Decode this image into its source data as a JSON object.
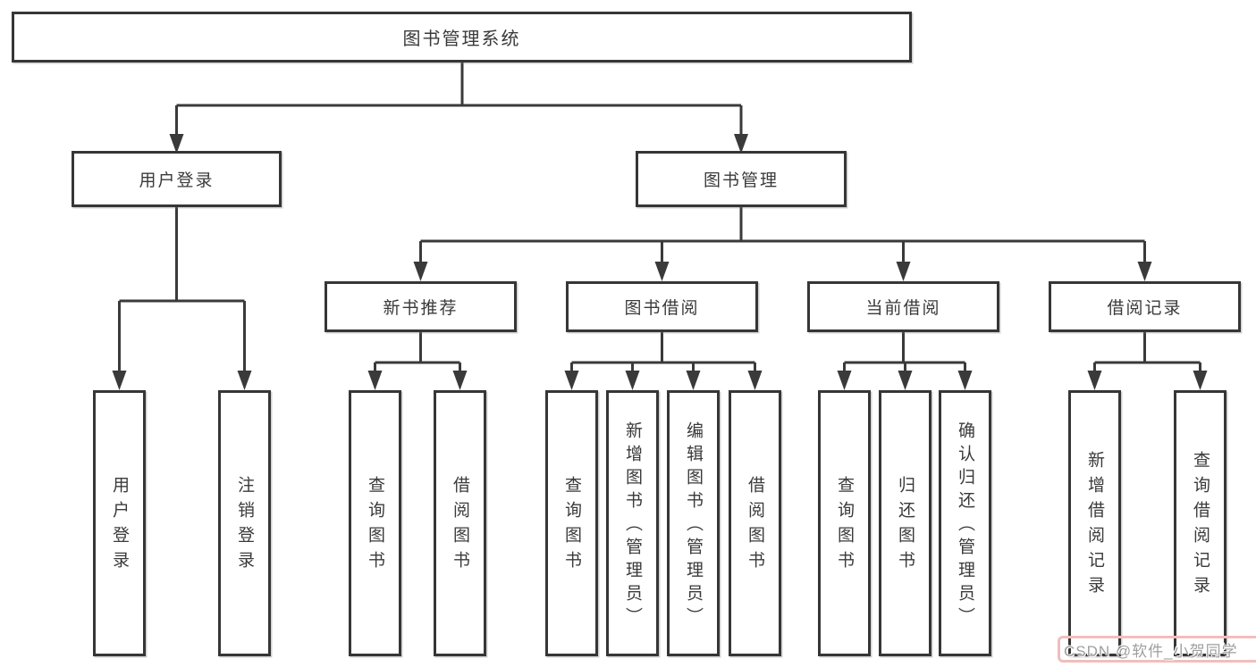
{
  "colors": {
    "line": "#3a3a3a",
    "box_border": "#363636",
    "text": "#3a3a3a",
    "watermark_text": "#9e9e9e",
    "watermark_frame": "#f2bdbd",
    "background": "#ffffff"
  },
  "tree": {
    "root": {
      "label": "图书管理系统"
    },
    "branches": [
      {
        "label": "用户登录",
        "children": [
          {
            "label": "用户登录"
          },
          {
            "label": "注销登录"
          }
        ]
      },
      {
        "label": "图书管理",
        "children": [
          {
            "label": "新书推荐",
            "children": [
              {
                "label": "查询图书"
              },
              {
                "label": "借阅图书"
              }
            ]
          },
          {
            "label": "图书借阅",
            "children": [
              {
                "label": "查询图书"
              },
              {
                "label": "新增图书（管理员）"
              },
              {
                "label": "编辑图书（管理员）"
              },
              {
                "label": "借阅图书"
              }
            ]
          },
          {
            "label": "当前借阅",
            "children": [
              {
                "label": "查询图书"
              },
              {
                "label": "归还图书"
              },
              {
                "label": "确认归还（管理员）"
              }
            ]
          },
          {
            "label": "借阅记录",
            "children": [
              {
                "label": "新增借阅记录"
              },
              {
                "label": "查询借阅记录"
              }
            ]
          }
        ]
      }
    ]
  },
  "watermark": {
    "text": "CSDN @软件_小贺同学"
  }
}
